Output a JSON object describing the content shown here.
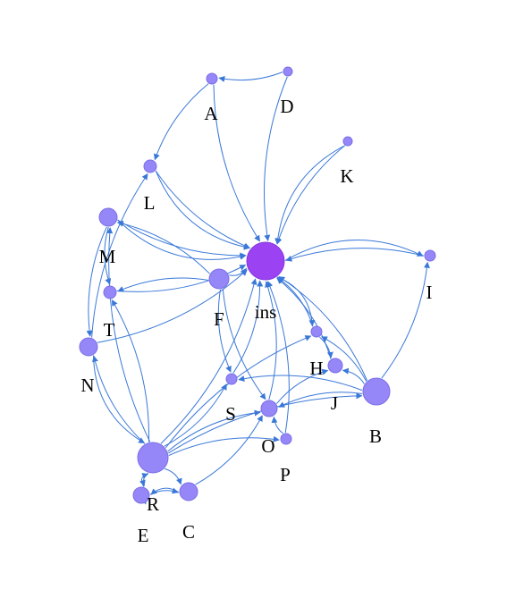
{
  "colors": {
    "edge": "#3a78d8",
    "node_fill": "#9587f7",
    "node_stroke": "#7a6ee6",
    "hub_fill": "#9b42f2",
    "hub_stroke": "#8636db"
  },
  "nodes": [
    {
      "id": "ins",
      "label": "ins",
      "hub": true
    },
    {
      "id": "A",
      "label": "A"
    },
    {
      "id": "D",
      "label": "D"
    },
    {
      "id": "K",
      "label": "K"
    },
    {
      "id": "L",
      "label": "L"
    },
    {
      "id": "M",
      "label": "M"
    },
    {
      "id": "I",
      "label": "I"
    },
    {
      "id": "T",
      "label": "T"
    },
    {
      "id": "F",
      "label": "F"
    },
    {
      "id": "N",
      "label": "N"
    },
    {
      "id": "H",
      "label": "H"
    },
    {
      "id": "J",
      "label": "J"
    },
    {
      "id": "S",
      "label": "S"
    },
    {
      "id": "B",
      "label": "B"
    },
    {
      "id": "O",
      "label": "O"
    },
    {
      "id": "P",
      "label": "P"
    },
    {
      "id": "R",
      "label": "R"
    },
    {
      "id": "C",
      "label": "C"
    },
    {
      "id": "E",
      "label": "E"
    },
    {
      "id": "Q",
      "label": ""
    }
  ],
  "edges": [
    [
      "D",
      "A"
    ],
    [
      "A",
      "L"
    ],
    [
      "A",
      "ins"
    ],
    [
      "D",
      "ins"
    ],
    [
      "K",
      "ins"
    ],
    [
      "K",
      "ins"
    ],
    [
      "L",
      "ins"
    ],
    [
      "L",
      "ins"
    ],
    [
      "M",
      "ins"
    ],
    [
      "M",
      "ins"
    ],
    [
      "M",
      "N"
    ],
    [
      "M",
      "T"
    ],
    [
      "T",
      "ins"
    ],
    [
      "F",
      "ins"
    ],
    [
      "F",
      "T"
    ],
    [
      "F",
      "M"
    ],
    [
      "F",
      "S"
    ],
    [
      "F",
      "O"
    ],
    [
      "N",
      "ins"
    ],
    [
      "N",
      "L"
    ],
    [
      "I",
      "ins"
    ],
    [
      "ins",
      "I"
    ],
    [
      "H",
      "ins"
    ],
    [
      "J",
      "ins"
    ],
    [
      "ins",
      "J"
    ],
    [
      "B",
      "ins"
    ],
    [
      "B",
      "H"
    ],
    [
      "B",
      "J"
    ],
    [
      "B",
      "I"
    ],
    [
      "B",
      "S"
    ],
    [
      "J",
      "H"
    ],
    [
      "S",
      "ins"
    ],
    [
      "O",
      "ins"
    ],
    [
      "O",
      "H"
    ],
    [
      "P",
      "ins"
    ],
    [
      "P",
      "O"
    ],
    [
      "B",
      "O"
    ],
    [
      "Q",
      "ins"
    ],
    [
      "Q",
      "N"
    ],
    [
      "Q",
      "T"
    ],
    [
      "Q",
      "S"
    ],
    [
      "Q",
      "O"
    ],
    [
      "Q",
      "J"
    ],
    [
      "Q",
      "B"
    ],
    [
      "Q",
      "P"
    ],
    [
      "Q",
      "C"
    ],
    [
      "Q",
      "R"
    ],
    [
      "Q",
      "M"
    ],
    [
      "R",
      "Q"
    ],
    [
      "R",
      "C"
    ],
    [
      "C",
      "R"
    ],
    [
      "E",
      "R"
    ],
    [
      "C",
      "O"
    ],
    [
      "N",
      "Q"
    ]
  ]
}
